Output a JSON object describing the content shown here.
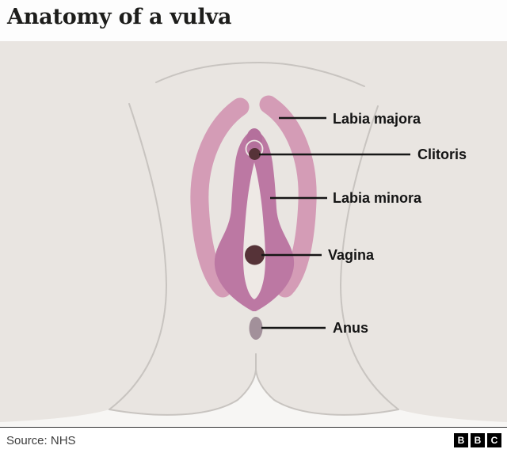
{
  "header": {
    "title": "Anatomy of a vulva"
  },
  "diagram": {
    "description": "front-view illustration of vulva anatomy with labelled parts",
    "labels": [
      {
        "id": "labia-majora",
        "text": "Labia majora"
      },
      {
        "id": "clitoris",
        "text": "Clitoris"
      },
      {
        "id": "labia-minora",
        "text": "Labia minora"
      },
      {
        "id": "vagina",
        "text": "Vagina"
      },
      {
        "id": "anus",
        "text": "Anus"
      }
    ]
  },
  "footer": {
    "source": "Source: NHS",
    "logo": [
      "B",
      "B",
      "C"
    ]
  },
  "colors": {
    "diagram_bg": "#e9e5e1",
    "below_fold_bg": "#f7f6f4",
    "body_outline": "#c8c4c0",
    "labia_majora": "#d49cb6",
    "labia_minora": "#bc78a3",
    "clitoral_hood": "#b4709c",
    "vestibule": "#eee9e5",
    "orifice": "#563338",
    "anus": "#a2909a",
    "leader_line": "#161616",
    "label_text": "#141414"
  }
}
